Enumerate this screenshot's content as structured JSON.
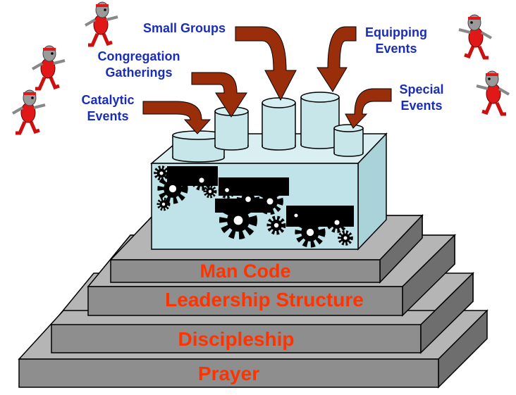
{
  "event_labels": {
    "small_groups": "Small Groups",
    "congregation_line1": "Congregation",
    "congregation_line2": "Gatherings",
    "catalytic_line1": "Catalytic",
    "catalytic_line2": "Events",
    "equipping_line1": "Equipping",
    "equipping_line2": "Events",
    "special_line1": "Special",
    "special_line2": "Events"
  },
  "tiers": {
    "man_code": "Man Code",
    "leadership": "Leadership Structure",
    "discipleship": "Discipleship",
    "prayer": "Prayer"
  },
  "colors": {
    "label_blue": "#1a2db8",
    "tier_red": "#ff3300",
    "arrow_brown": "#9a2e0a",
    "cylinder_fill": "#c6e6ea",
    "box_fill": "#bfe3e8",
    "step_front": "#8e8e8e",
    "step_top": "#b5b5b5"
  },
  "icons": {
    "figures": "running-cartoon-figure-icon",
    "gears": "gear-icon"
  }
}
